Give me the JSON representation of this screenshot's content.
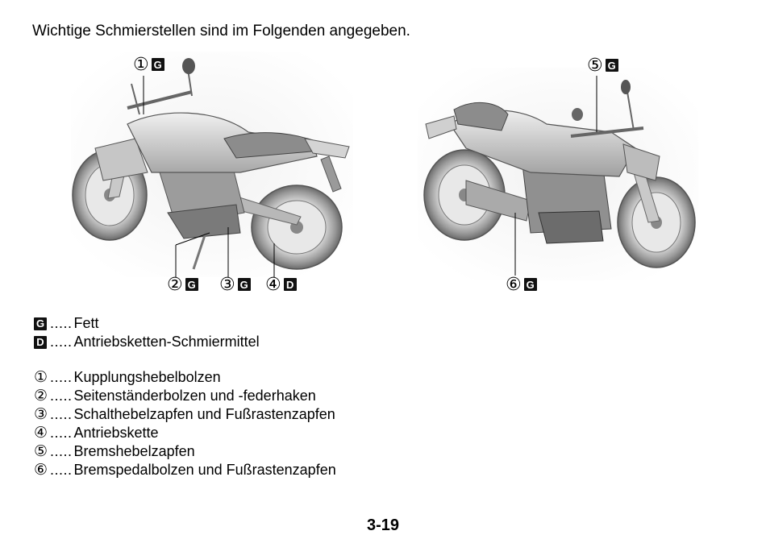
{
  "intro": "Wichtige Schmierstellen sind im Folgenden angegeben.",
  "callouts": {
    "c1": {
      "num": "①",
      "badge": "G"
    },
    "c2": {
      "num": "②",
      "badge": "G"
    },
    "c3": {
      "num": "③",
      "badge": "G"
    },
    "c4": {
      "num": "④",
      "badge": "D"
    },
    "c5": {
      "num": "⑤",
      "badge": "G"
    },
    "c6": {
      "num": "⑥",
      "badge": "G"
    }
  },
  "legend_types": [
    {
      "key": "G",
      "dots": ".....",
      "text": "Fett"
    },
    {
      "key": "D",
      "dots": ".....",
      "text": "Antriebsketten-Schmiermittel"
    }
  ],
  "legend_items": [
    {
      "key": "①",
      "dots": ".....",
      "text": "Kupplungshebelbolzen"
    },
    {
      "key": "②",
      "dots": ".....",
      "text": "Seitenständerbolzen und -federhaken"
    },
    {
      "key": "③",
      "dots": ".....",
      "text": "Schalthebelzapfen und Fußrastenzapfen"
    },
    {
      "key": "④",
      "dots": ".....",
      "text": "Antriebskette"
    },
    {
      "key": "⑤",
      "dots": ".....",
      "text": "Bremshebelzapfen"
    },
    {
      "key": "⑥",
      "dots": ".....",
      "text": "Bremspedalbolzen und Fußrastenzapfen"
    }
  ],
  "page_number": "3-19",
  "colors": {
    "ink": "#000000",
    "badge": "#111111"
  }
}
